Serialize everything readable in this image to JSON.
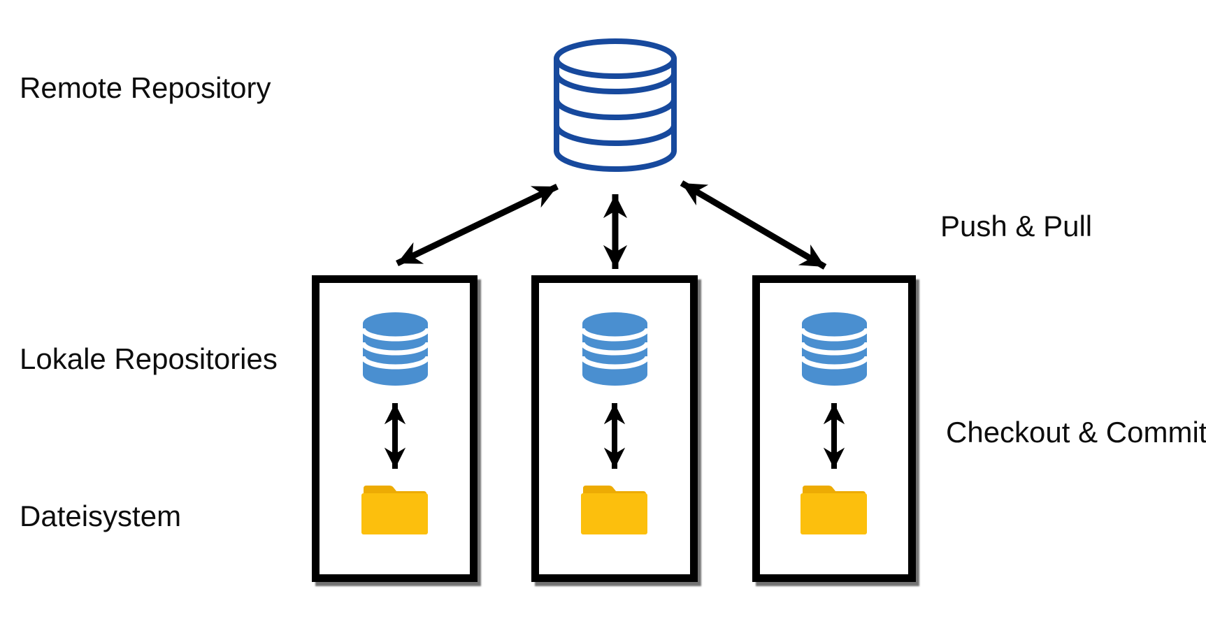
{
  "labels": {
    "remote_repository": "Remote Repository",
    "push_pull": "Push & Pull",
    "local_repositories": "Lokale Repositories",
    "checkout_commit": "Checkout & Commit",
    "filesystem": "Dateisystem"
  },
  "colors": {
    "background": "#ffffff",
    "text": "#0d0d0d",
    "arrow": "#000000",
    "box_border": "#000000",
    "remote_db_stroke": "#17499D",
    "local_db_fill": "#4A8FD0",
    "folder_body": "#FCBF0D",
    "folder_tab": "#EDAB04"
  },
  "icons": {
    "remote_database": "outlined-database-cylinder",
    "local_database": "filled-database-cylinder",
    "folder": "filled-folder",
    "arrows": "double-headed-black-arrows"
  },
  "structure": {
    "remote_node_count": 1,
    "local_box_count": 3,
    "edges": [
      {
        "from": "remote-repository",
        "to": "local-repo-box-1",
        "type": "bidirectional",
        "label": "Push & Pull"
      },
      {
        "from": "remote-repository",
        "to": "local-repo-box-2",
        "type": "bidirectional",
        "label": "Push & Pull"
      },
      {
        "from": "remote-repository",
        "to": "local-repo-box-3",
        "type": "bidirectional",
        "label": "Push & Pull"
      },
      {
        "from": "local-repository-1",
        "to": "filesystem-folder-1",
        "type": "bidirectional",
        "label": "Checkout & Commit"
      },
      {
        "from": "local-repository-2",
        "to": "filesystem-folder-2",
        "type": "bidirectional",
        "label": "Checkout & Commit"
      },
      {
        "from": "local-repository-3",
        "to": "filesystem-folder-3",
        "type": "bidirectional",
        "label": "Checkout & Commit"
      }
    ]
  }
}
